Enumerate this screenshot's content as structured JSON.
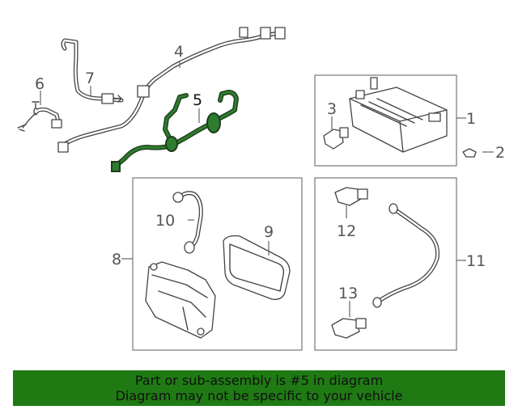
{
  "callouts": {
    "c1": "1",
    "c2": "2",
    "c3": "3",
    "c4": "4",
    "c5": "5",
    "c6": "6",
    "c7": "7",
    "c8": "8",
    "c9": "9",
    "c10": "10",
    "c11": "11",
    "c12": "12",
    "c13": "13"
  },
  "highlight_color": "#2e7d2e",
  "banner": {
    "line1": "Part or sub-assembly is #5 in diagram",
    "line2": "Diagram may not be specific to your vehicle",
    "background": "#1f7a14"
  }
}
